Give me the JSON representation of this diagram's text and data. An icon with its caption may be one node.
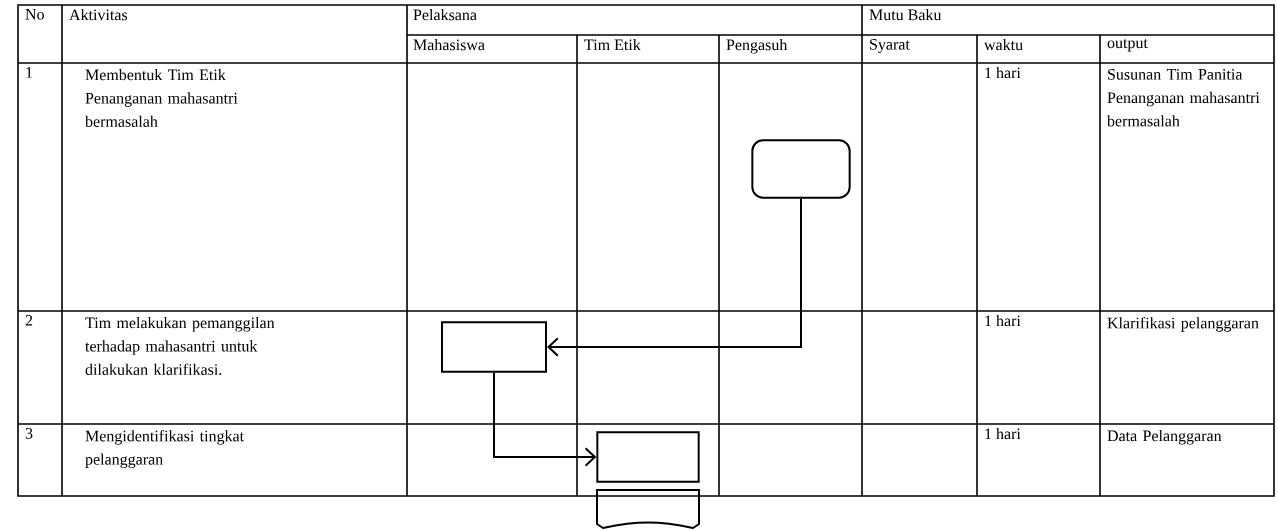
{
  "diagram": {
    "nodes": [
      {
        "text": [],
        "shape": "box"
      },
      {
        "text": [],
        "shape": "box"
      },
      {
        "text": [],
        "shape": "box"
      },
      {
        "text": [],
        "shape": "shield"
      }
    ],
    "edges": [
      {
        "from": 0,
        "to": 1,
        "arrow": "to"
      },
      {
        "from": 1,
        "to": 2,
        "arrow": "to"
      }
    ],
    "labels": [
      "No",
      "Aktivitas",
      "Pelaksana",
      "Mutu Baku",
      "Mahasiswa",
      "Tim Etik",
      "Pengasuh",
      "Syarat",
      "waktu",
      "output",
      "1",
      "Membentuk Tim Etik Penanganan mahasantri bermasalah",
      "1 hari",
      "Susunan Tim Panitia Penanganan mahasantri bermasalah",
      "2",
      "Tim melakukan pemanggilan terhadap mahasantri untuk dilakukan klarifikasi.",
      "1 hari",
      "Klarifikasi pelanggaran",
      "3",
      "Mengidentifikasi tingkat pelanggaran",
      "1 hari",
      "Data Pelanggaran"
    ]
  }
}
